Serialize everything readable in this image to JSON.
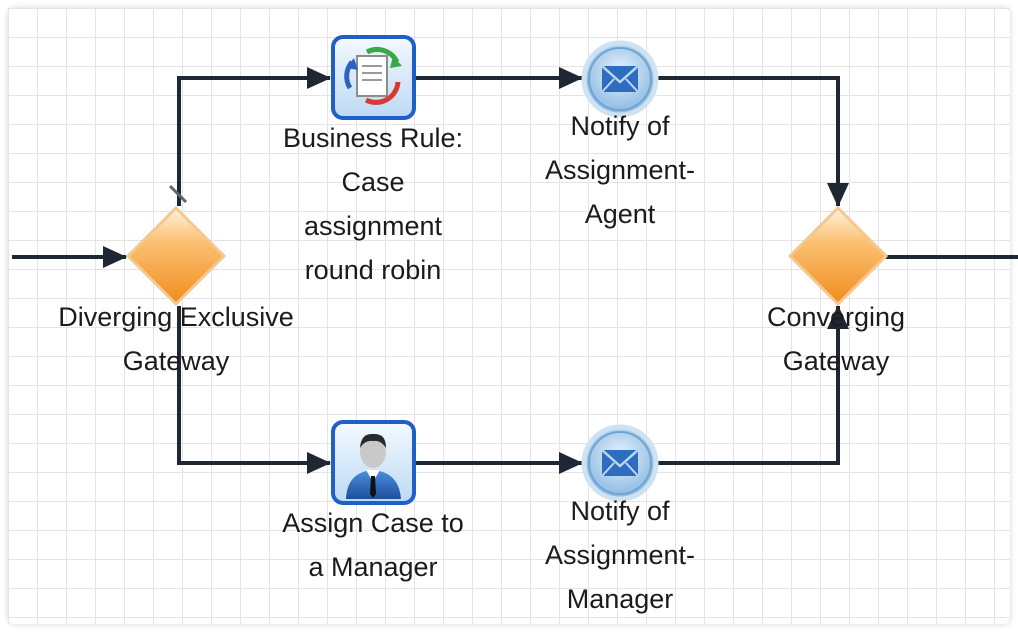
{
  "diagram": {
    "type": "bpmn-process",
    "colors": {
      "grid": "#e4e4e4",
      "flow": "#1e2733",
      "gateway_fill": "#f39a2f",
      "task_border": "#1f5fc8",
      "event_fill": "#9cc6e8"
    },
    "nodes": {
      "diverging_gateway": {
        "kind": "exclusive-gateway",
        "label": [
          "Diverging Exclusive",
          "Gateway"
        ]
      },
      "business_rule": {
        "kind": "business-rule-task",
        "icon": "business-rule-icon",
        "label": [
          "Business Rule:",
          "Case",
          "assignment",
          "round robin"
        ]
      },
      "notify_agent": {
        "kind": "send-message-event",
        "icon": "envelope-icon",
        "label": [
          "Notify of",
          "Assignment-",
          "Agent"
        ]
      },
      "assign_manager": {
        "kind": "user-task",
        "icon": "user-icon",
        "label": [
          "Assign Case to",
          "a Manager"
        ]
      },
      "notify_manager": {
        "kind": "send-message-event",
        "icon": "envelope-icon",
        "label": [
          "Notify of",
          "Assignment-",
          "Manager"
        ]
      },
      "converging_gateway": {
        "kind": "exclusive-gateway",
        "label": [
          "Converging",
          "Gateway"
        ]
      }
    },
    "flows": [
      {
        "from": "start",
        "to": "diverging_gateway"
      },
      {
        "from": "diverging_gateway",
        "to": "business_rule"
      },
      {
        "from": "business_rule",
        "to": "notify_agent"
      },
      {
        "from": "notify_agent",
        "to": "converging_gateway"
      },
      {
        "from": "diverging_gateway",
        "to": "assign_manager"
      },
      {
        "from": "assign_manager",
        "to": "notify_manager"
      },
      {
        "from": "notify_manager",
        "to": "converging_gateway"
      },
      {
        "from": "converging_gateway",
        "to": "end"
      }
    ]
  }
}
